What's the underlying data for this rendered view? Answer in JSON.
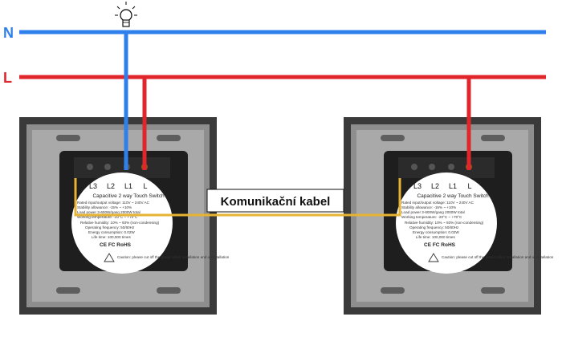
{
  "diagram": {
    "wire_n": {
      "label": "N",
      "color": "#2f80ed"
    },
    "wire_l": {
      "label": "L",
      "color": "#e0262b"
    },
    "comm_cable": {
      "label": "Komunikační kabel",
      "color": "#e6b333"
    },
    "lamp": {
      "icon": "light-bulb-icon"
    }
  },
  "switches": [
    {
      "terminals": [
        "L3",
        "L2",
        "L1",
        "L"
      ],
      "product": "Capacitive 2 way Touch Switch",
      "specs": [
        "Rated input/output voltage: 110V ~ 240V AC",
        "Stability allowance: -15% ~ +10%",
        "Load power 3-600W/gang 2000W total",
        "Working temperature: -20°C ~ +70°C",
        "Relative humidity: 10% ~ 93% (non-condensing)",
        "Operating frequency: 50/60Hz",
        "Energy consumption: 0.02W",
        "Life time: 100,000 times"
      ],
      "marks": "CE  FC  RoHS",
      "caution": "Caution: please cut off the power when installation and uninstallation"
    },
    {
      "terminals": [
        "L3",
        "L2",
        "L1",
        "L"
      ],
      "product": "Capacitive 2 way Touch Switch",
      "specs": [
        "Rated input/output voltage: 110V ~ 240V AC",
        "Stability allowance: -15% ~ +10%",
        "Load power 3-600W/gang 2000W total",
        "Working temperature: -20°C ~ +70°C",
        "Relative humidity: 10% ~ 93% (non-condensing)",
        "Operating frequency: 50/60Hz",
        "Energy consumption: 0.02W",
        "Life time: 100,000 times"
      ],
      "marks": "CE  FC  RoHS",
      "caution": "Caution: please cut off the power when installation and uninstallation"
    }
  ]
}
